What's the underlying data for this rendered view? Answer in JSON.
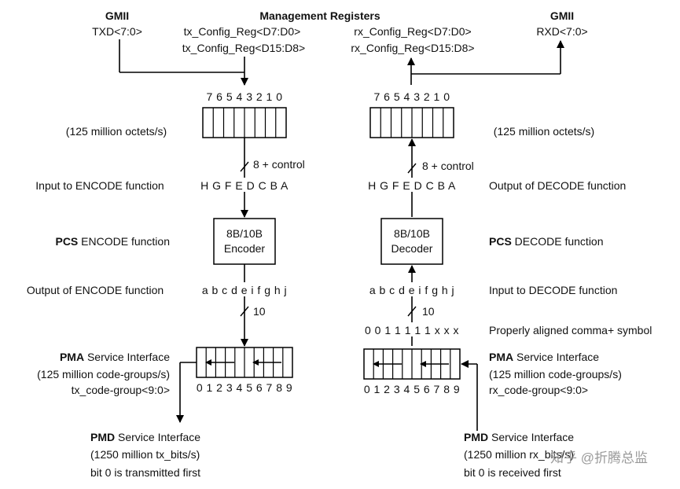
{
  "top": {
    "gmii_left_title": "GMII",
    "gmii_left_signal": "TXD<7:0>",
    "mgmt_title": "Management Registers",
    "tx_reg_low": "tx_Config_Reg<D7:D0>",
    "tx_reg_high": "tx_Config_Reg<D15:D8>",
    "rx_reg_low": "rx_Config_Reg<D7:D0>",
    "rx_reg_high": "rx_Config_Reg<D15:D8>",
    "gmii_right_title": "GMII",
    "gmii_right_signal": "RXD<7:0>"
  },
  "tx": {
    "bit_order": "7 6 5 4 3 2 1 0",
    "octet_rate": "(125 million octets/s)",
    "bus_label": "8 + control",
    "encode_input_label": "Input to ENCODE function",
    "encode_input_bits": "H G F E D C B A",
    "pcs_bold": "PCS",
    "pcs_function": " ENCODE function",
    "block_line1": "8B/10B",
    "block_line2": "Encoder",
    "encode_output_label": "Output of ENCODE function",
    "encode_output_bits": "a b c d e i f g h j",
    "width_label": "10",
    "pma_bold": "PMA",
    "pma_service": " Service Interface",
    "code_group_rate": "(125 million code-groups/s)",
    "code_group_signal": "tx_code-group<9:0>",
    "pma_bit_order": "0 1 2 3 4 5 6 7 8 9",
    "pmd_bold": "PMD",
    "pmd_service": " Service Interface",
    "bit_rate": "(1250 million tx_bits/s)",
    "first_bit": "bit 0 is transmitted first"
  },
  "rx": {
    "bit_order": "7 6 5 4 3 2 1 0",
    "octet_rate": "(125 million octets/s)",
    "bus_label": "8 + control",
    "decode_output_label": "Output of DECODE function",
    "decode_output_bits": "H G F E D C B A",
    "pcs_bold": "PCS",
    "pcs_function": " DECODE function",
    "block_line1": "8B/10B",
    "block_line2": "Decoder",
    "decode_input_label": "Input to DECODE function",
    "decode_input_bits": "a b c d e i f g h j",
    "width_label": "10",
    "comma_bits": "0 0 1 1 1 1 1 x x x",
    "comma_label": "Properly aligned comma+ symbol",
    "pma_bold": "PMA",
    "pma_service": " Service Interface",
    "code_group_rate": "(125 million code-groups/s)",
    "code_group_signal": "rx_code-group<9:0>",
    "pma_bit_order": "0 1 2 3 4 5 6 7 8 9",
    "pmd_bold": "PMD",
    "pmd_service": " Service Interface",
    "bit_rate": "(1250 million rx_bits/s)",
    "first_bit": "bit 0 is received first"
  },
  "watermark": "知乎 @折腾总监"
}
